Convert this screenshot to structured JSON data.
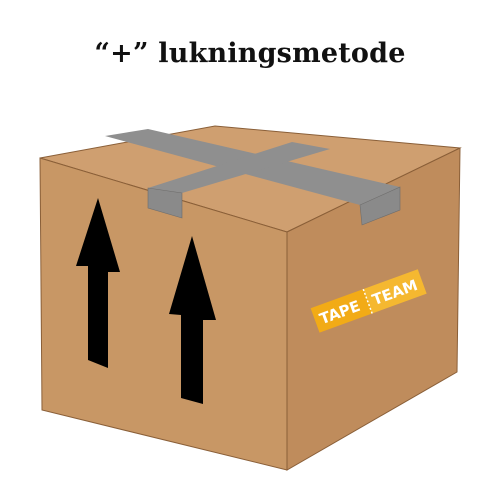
{
  "title": "“+” lukningsmetode",
  "logo": {
    "left_text": "TAPE",
    "right_text": "TEAM"
  },
  "colors": {
    "cardboard_top": "#cf9f70",
    "cardboard_front": "#c89765",
    "cardboard_side": "#bf8c5c",
    "tape": "#8f8f8f",
    "tape_dark": "#7a7a7a",
    "arrow": "#000000",
    "logo_left": "#f2ab16",
    "logo_right": "#f5b830"
  }
}
